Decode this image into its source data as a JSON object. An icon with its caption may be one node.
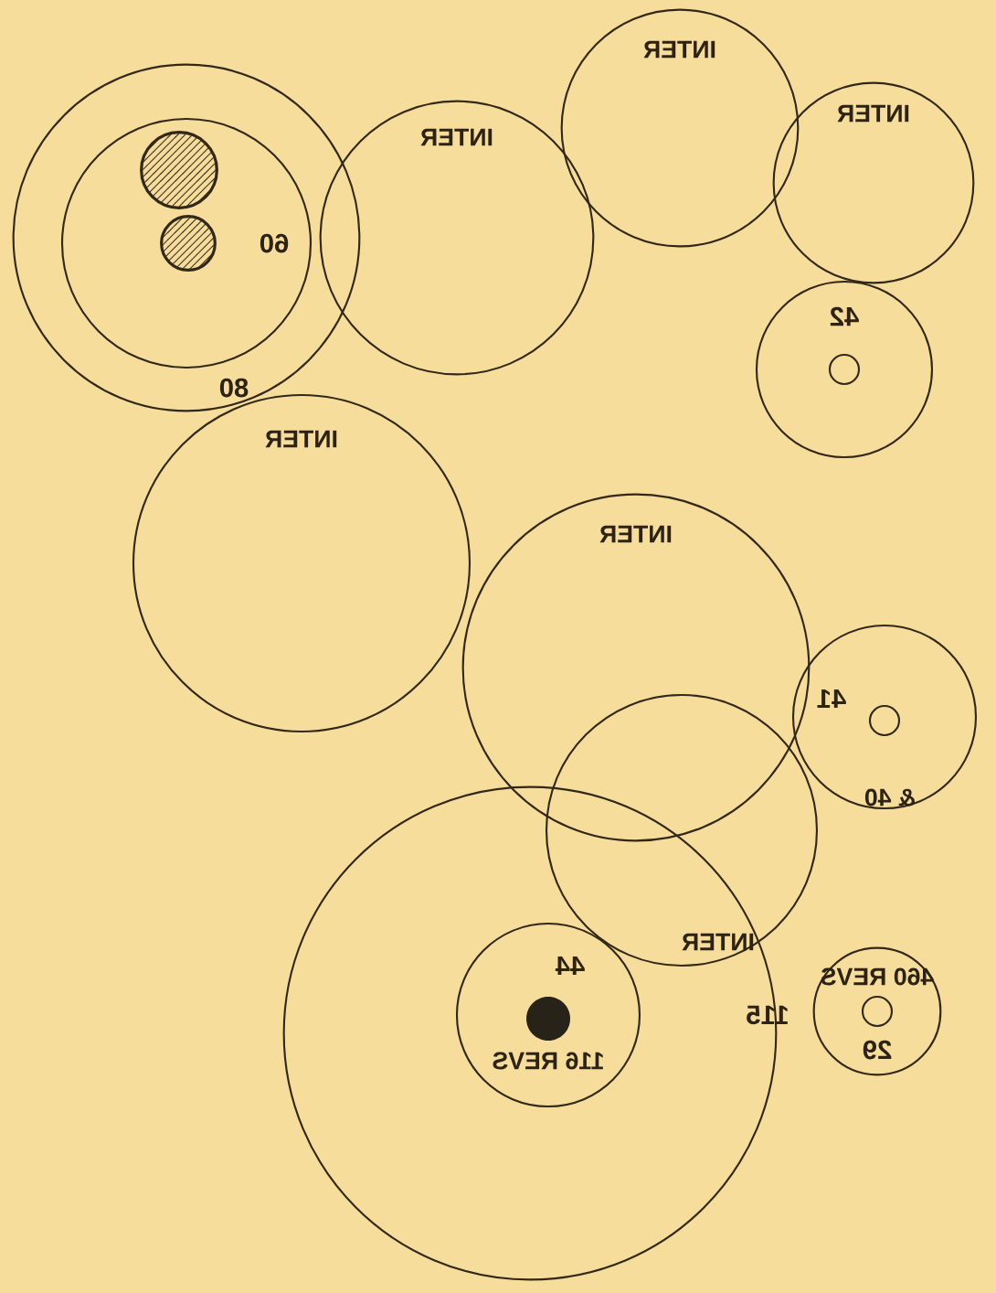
{
  "diagram": {
    "nodes": [
      {
        "text": [
          "80"
        ]
      },
      {
        "text": [
          "60"
        ],
        "in": 0
      },
      {
        "text": [],
        "shape": "circle",
        "in": 1
      },
      {
        "text": [],
        "shape": "circle",
        "in": 1
      },
      {
        "text": [
          "INTER"
        ]
      },
      {
        "text": [
          "INTER"
        ]
      },
      {
        "text": [
          "INTER"
        ]
      },
      {
        "text": [
          "42"
        ]
      },
      {
        "text": [
          "INTER"
        ]
      },
      {
        "text": [
          "INTER"
        ]
      },
      {
        "text": [
          "41",
          "& 40"
        ]
      },
      {
        "text": [
          "INTER"
        ]
      },
      {
        "text": [
          "115"
        ]
      },
      {
        "text": [
          "44",
          "116 REVS"
        ],
        "in": 12
      },
      {
        "text": [
          "460 REVS",
          "29"
        ]
      }
    ]
  }
}
